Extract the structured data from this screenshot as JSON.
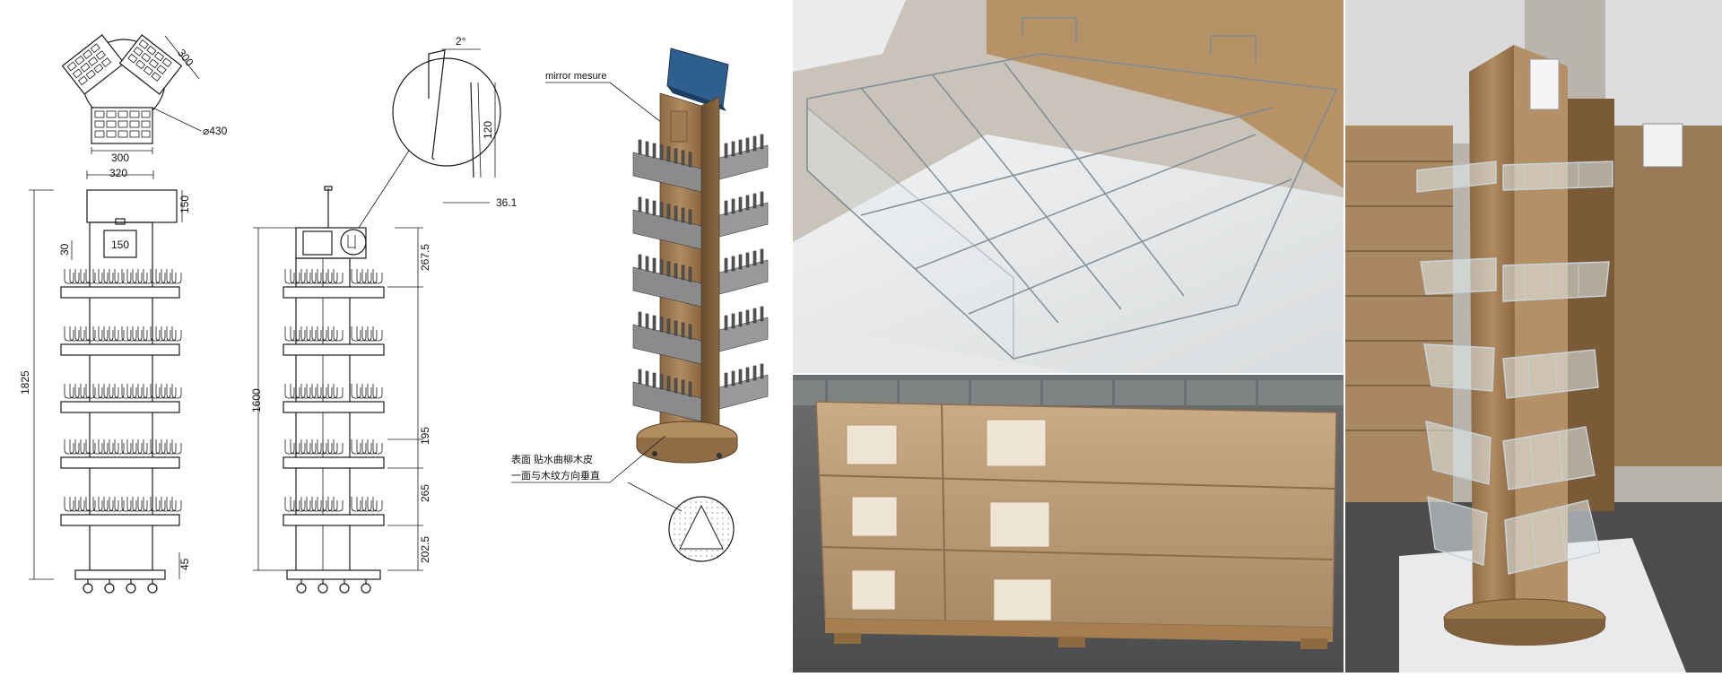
{
  "drawing": {
    "top_view": {
      "dim_width": "300",
      "dim_diameter": "⌀430"
    },
    "front_view": {
      "dim_cap_width": "320",
      "dim_cap_height": "150",
      "dim_top_gap": "30",
      "dim_sign": "150",
      "dim_total_height": "1825",
      "dim_base": "45"
    },
    "side_view": {
      "dim_angle": "2°",
      "dim_detail_height": "120",
      "dim_detail_depth": "36.1",
      "dim_top": "267.5",
      "dim_body_height": "1600",
      "dim_shelf_pitch": "195",
      "dim_lower_shelf": "265",
      "dim_bottom": "202.5"
    },
    "iso_view": {
      "label_mirror": "mirror mesure",
      "note_line1": "表面 贴水曲柳木皮",
      "note_line2": "一面与木纹方向垂直"
    }
  },
  "photos": {
    "top_left": "acrylic-tray-on-foam",
    "bottom_left": "packed-cartons-on-pallet",
    "right": "assembled-display-stand"
  }
}
